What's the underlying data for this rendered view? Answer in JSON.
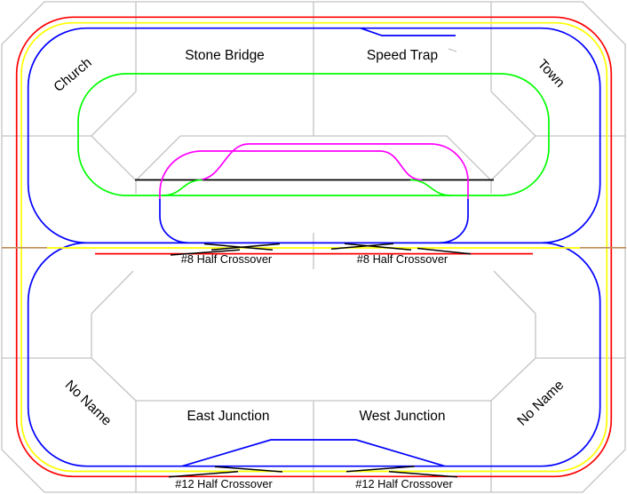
{
  "diagram": {
    "type": "model-railroad-track-plan",
    "labels": {
      "stone_bridge": "Stone Bridge",
      "speed_trap": "Speed Trap",
      "church": "Church",
      "town": "Town",
      "no_name_left": "No Name",
      "no_name_right": "No Name",
      "east_junction": "East Junction",
      "west_junction": "West Junction",
      "crossover_8_left": "#8 Half Crossover",
      "crossover_8_right": "#8 Half Crossover",
      "crossover_12_left": "#12 Half Crossover",
      "crossover_12_right": "#12 Half Crossover"
    },
    "colors": {
      "outer_loop": "#FF0000",
      "second_loop": "#FFFF00",
      "main_line": "#0000FF",
      "inner_loop": "#00FF00",
      "passing_siding": "#FF00FF",
      "stub_siding": "#000000",
      "hidden_section": "#BE8C5A",
      "benchwork": "#C3C3C3",
      "background": "#FFFFFF"
    },
    "tracks": [
      {
        "name": "outer-loop",
        "color": "#FF0000"
      },
      {
        "name": "second-loop",
        "color": "#FFFF00"
      },
      {
        "name": "main-line-upper-oval",
        "color": "#0000FF"
      },
      {
        "name": "main-line-lower-oval",
        "color": "#0000FF"
      },
      {
        "name": "inner-green-loop",
        "color": "#00FF00"
      },
      {
        "name": "magenta-passing-siding",
        "color": "#FF00FF"
      },
      {
        "name": "black-stub-siding",
        "color": "#000000"
      },
      {
        "name": "hidden-track-segments",
        "color": "#BE8C5A"
      }
    ]
  }
}
